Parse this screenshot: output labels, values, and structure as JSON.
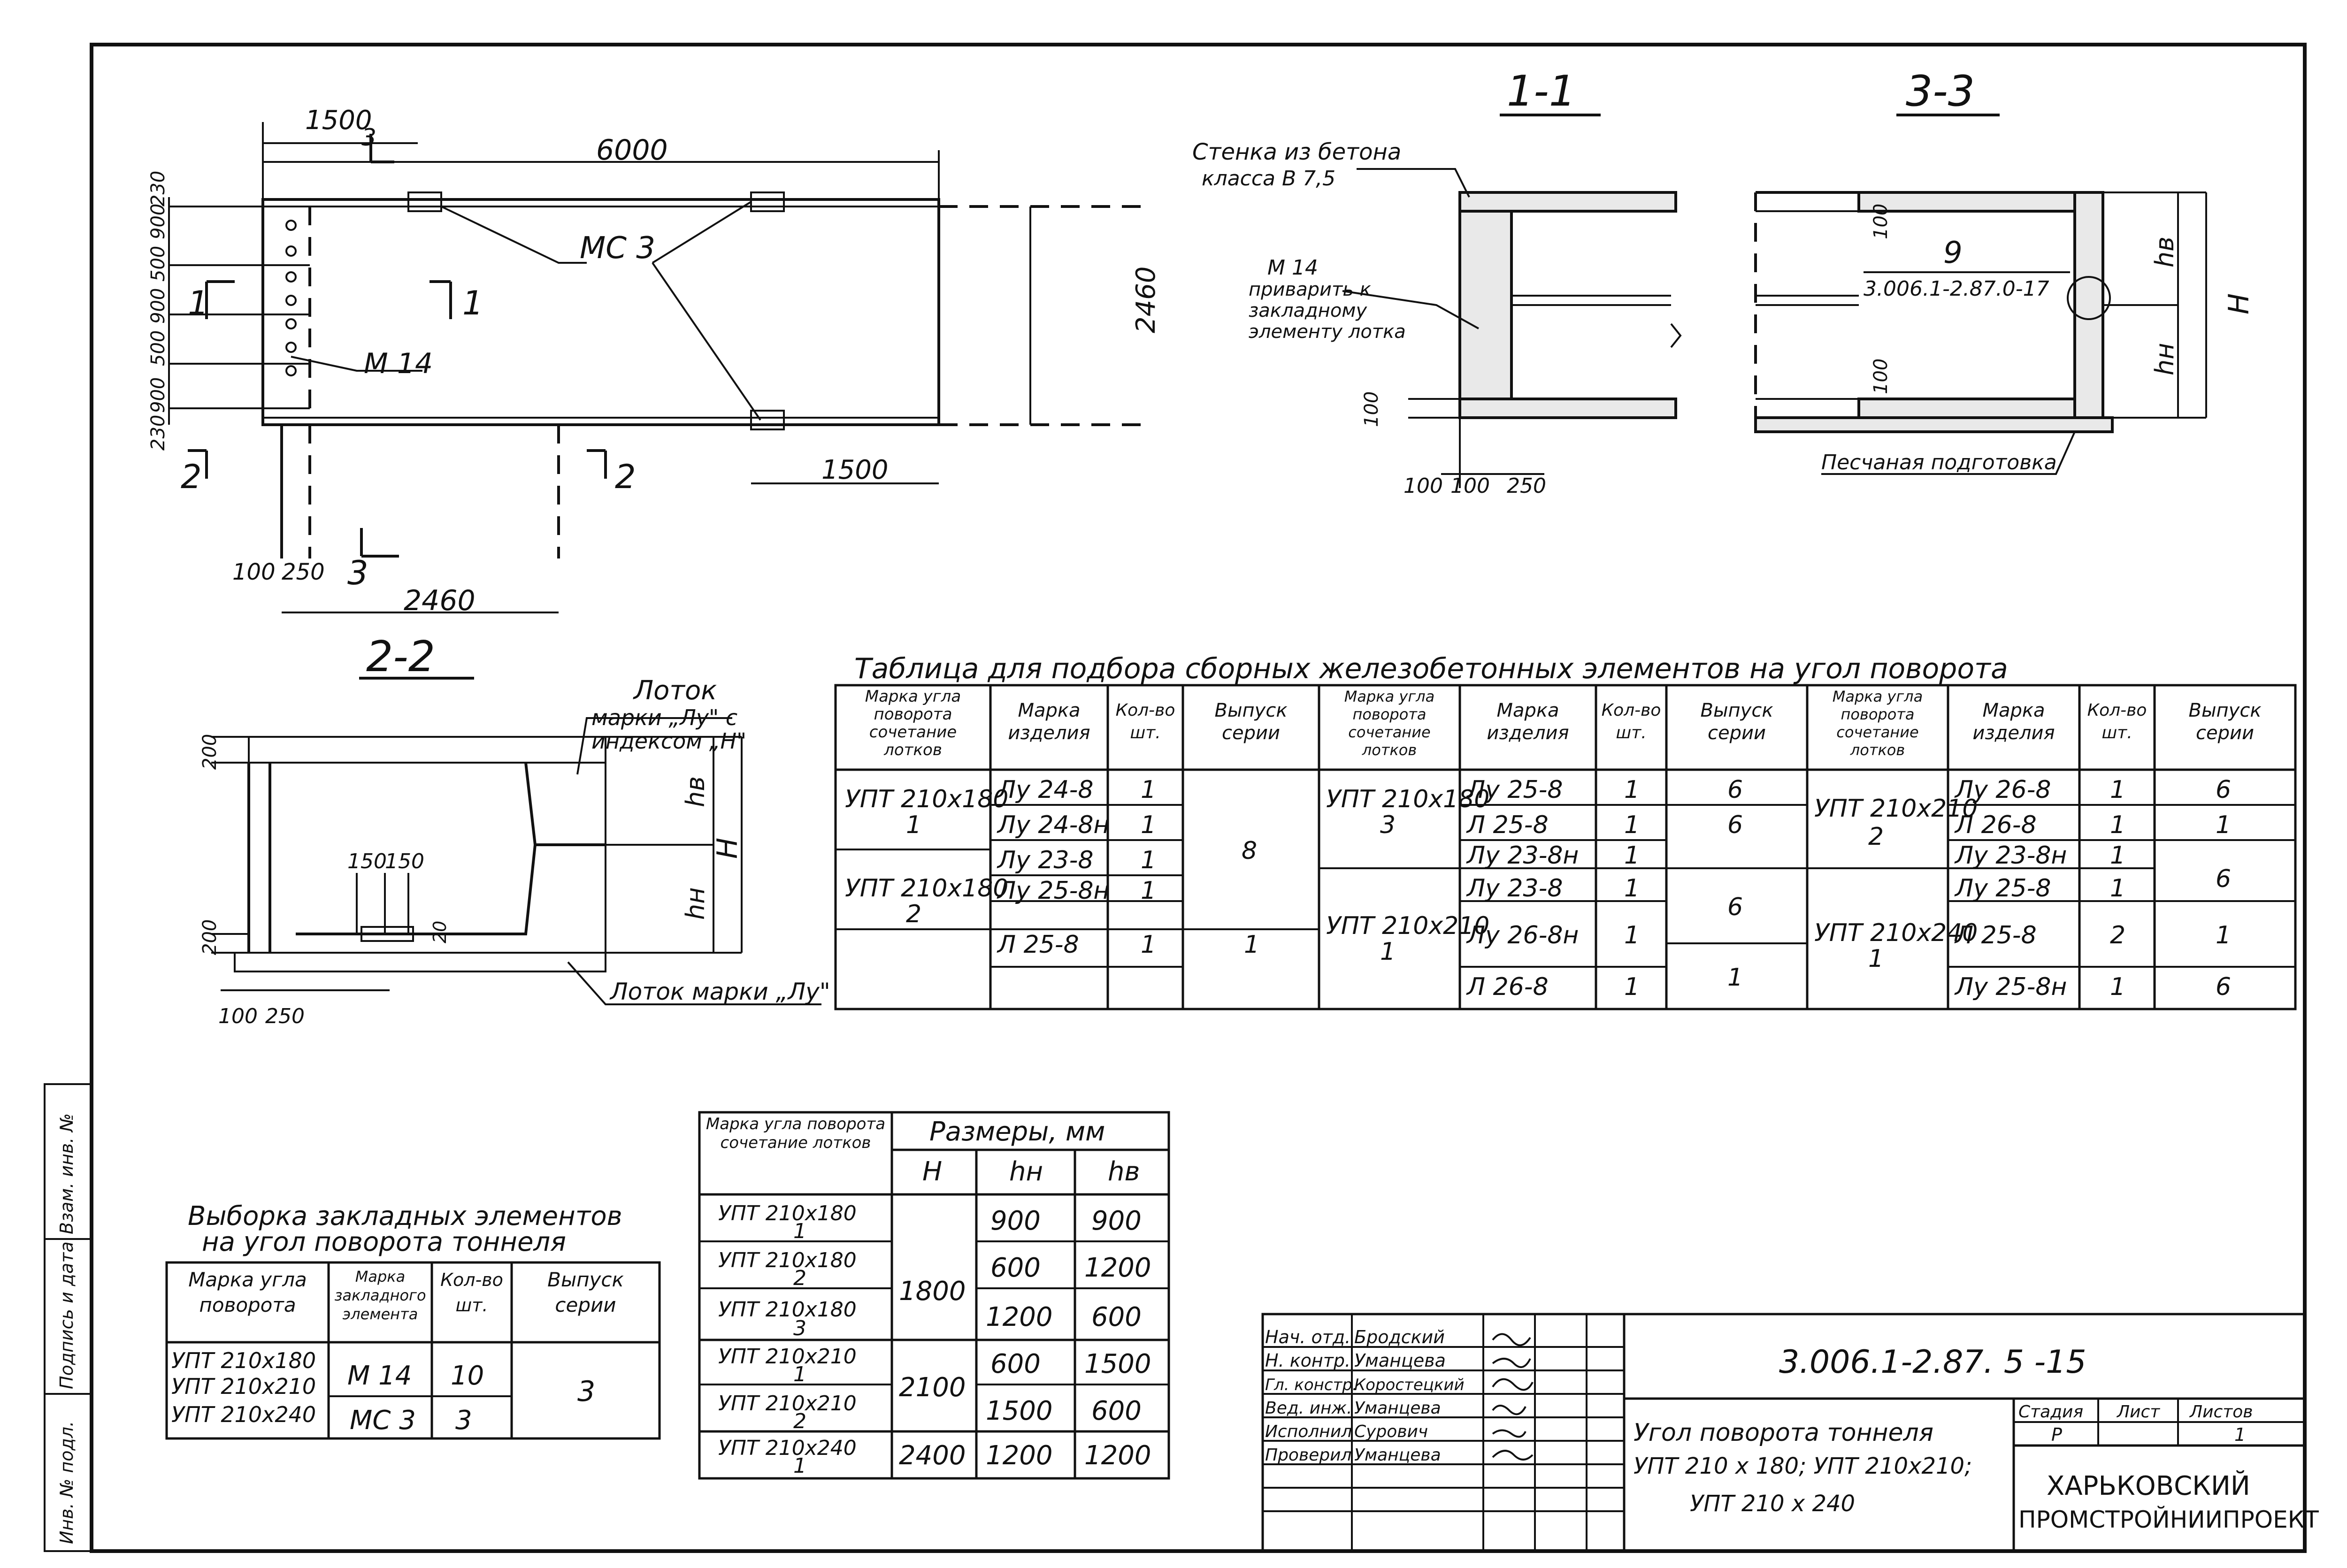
{
  "drawing": {
    "plan": {
      "dims": {
        "top_left": "1500",
        "top_total": "6000",
        "right_height": "2460",
        "bottom_right": "1500",
        "bottom_width": "2460",
        "bottom_a": "100",
        "bottom_b": "250"
      },
      "left_vertical_dims": [
        "230",
        "900",
        "500",
        "900",
        "500",
        "900",
        "230"
      ],
      "section_marks": {
        "s1": "1",
        "s2": "2",
        "s3": "3"
      },
      "labels": {
        "mc3": "МС 3",
        "m14": "М 14"
      }
    },
    "section_1_1": {
      "title": "1-1",
      "concrete_wall_line1": "Стенка из бетона",
      "concrete_wall_line2": "класса В 7,5",
      "m14_note": [
        "М 14",
        "приварить к",
        "закладному",
        "элементу лотка"
      ],
      "dims": {
        "left_100": "100",
        "bottom_a": "100",
        "bottom_b": "100",
        "bottom_c": "250"
      }
    },
    "section_3_3": {
      "title": "3-3",
      "callout_num": "9",
      "callout_ref": "3.006.1-2.87.0-17",
      "dim_100a": "100",
      "dim_100b": "100",
      "hb": "hв",
      "hn": "hн",
      "H": "H",
      "sand": "Песчаная подготовка"
    },
    "section_2_2": {
      "title": "2-2",
      "tray_label": "Лоток",
      "tray_mark_line1": "марки „Лу\" с",
      "tray_mark_line2": "индексом „Н\"",
      "tray_bottom": "Лоток марки „Лу\"",
      "dims": {
        "top": "200",
        "bottom": "200",
        "a": "150",
        "b": "150",
        "c": "20",
        "hb": "hв",
        "hn": "hн",
        "H": "H",
        "w1": "100",
        "w2": "250"
      }
    }
  },
  "main_table": {
    "title": "Таблица для подбора сборных железобетонных элементов на угол поворота",
    "headers": [
      "Марка угла поворота сочетание лотков",
      "Марка изделия",
      "Кол-во шт.",
      "Выпуск серии"
    ],
    "group1": {
      "rows": [
        {
          "corner": "УПТ 210х180",
          "sub": "1",
          "mark": "Лу 24-8",
          "qty": "1"
        },
        {
          "corner": "",
          "sub": "",
          "mark": "Лу 24-8н",
          "qty": "1"
        },
        {
          "corner": "УПТ 210х180",
          "sub": "2",
          "mark": "Лу 23-8",
          "qty": "1"
        },
        {
          "corner": "",
          "sub": "",
          "mark": "Лу 25-8н",
          "qty": "1"
        },
        {
          "corner": "",
          "sub": "",
          "mark": "Л 25-8",
          "qty": "1"
        }
      ],
      "issue_a": "8",
      "issue_b": "1"
    },
    "group2": {
      "rows": [
        {
          "corner": "УПТ 210х180",
          "sub": "3",
          "mark": "Лу 25-8",
          "qty": "1",
          "issue": "6"
        },
        {
          "corner": "",
          "sub": "",
          "mark": "Л 25-8",
          "qty": "1",
          "issue": "6"
        },
        {
          "corner": "",
          "sub": "",
          "mark": "Лу 23-8н",
          "qty": "1",
          "issue": ""
        },
        {
          "corner": "УПТ 210х210",
          "sub": "1",
          "mark": "Лу 23-8",
          "qty": "1",
          "issue": "6"
        },
        {
          "corner": "",
          "sub": "",
          "mark": "Лу 26-8н",
          "qty": "1",
          "issue": ""
        },
        {
          "corner": "",
          "sub": "",
          "mark": "Л 26-8",
          "qty": "1",
          "issue": "1"
        }
      ]
    },
    "group3": {
      "rows": [
        {
          "corner": "УПТ 210х210",
          "sub": "2",
          "mark": "Лу 26-8",
          "qty": "1",
          "issue": "6"
        },
        {
          "corner": "",
          "sub": "",
          "mark": "Л 26-8",
          "qty": "1",
          "issue": "1"
        },
        {
          "corner": "",
          "sub": "",
          "mark": "Лу 23-8н",
          "qty": "1",
          "issue": "6"
        },
        {
          "corner": "УПТ 210х240",
          "sub": "1",
          "mark": "Лу 25-8",
          "qty": "1",
          "issue": ""
        },
        {
          "corner": "",
          "sub": "",
          "mark": "Л 25-8",
          "qty": "2",
          "issue": "1"
        },
        {
          "corner": "",
          "sub": "",
          "mark": "Лу 25-8н",
          "qty": "1",
          "issue": "6"
        }
      ]
    }
  },
  "embed_table": {
    "title1": "Выборка закладных элементов",
    "title2": "на угол поворота тоннеля",
    "headers": [
      "Марка угла поворота",
      "Марка закладного элемента",
      "Кол-во шт.",
      "Выпуск серии"
    ],
    "corners": [
      "УПТ 210х180",
      "УПТ 210х210",
      "УПТ 210х240"
    ],
    "rows": [
      {
        "mark": "М 14",
        "qty": "10"
      },
      {
        "mark": "МС 3",
        "qty": "3"
      }
    ],
    "issue": "3"
  },
  "dims_table": {
    "header_mark": "Марка угла поворота сочетание лотков",
    "header_sizes": "Размеры, мм",
    "cols": [
      "H",
      "hн",
      "hв"
    ],
    "rows": [
      {
        "mark": "УПТ 210х180",
        "sub": "1",
        "H": "",
        "hn": "900",
        "hb": "900"
      },
      {
        "mark": "УПТ 210х180",
        "sub": "2",
        "H": "1800",
        "hn": "600",
        "hb": "1200"
      },
      {
        "mark": "УПТ 210х180",
        "sub": "3",
        "H": "",
        "hn": "1200",
        "hb": "600"
      },
      {
        "mark": "УПТ 210х210",
        "sub": "1",
        "H": "",
        "hn": "600",
        "hb": "1500"
      },
      {
        "mark": "УПТ 210х210",
        "sub": "2",
        "H": "2100",
        "hn": "1500",
        "hb": "600"
      },
      {
        "mark": "УПТ 210х240",
        "sub": "1",
        "H": "2400",
        "hn": "1200",
        "hb": "1200"
      }
    ]
  },
  "side_stamp": [
    "Инв. № подл.",
    "Подпись и дата",
    "Взам. инв. №"
  ],
  "title_block": {
    "staff": [
      {
        "role": "Нач. отд.",
        "name": "Бродский"
      },
      {
        "role": "Н. контр.",
        "name": "Уманцева"
      },
      {
        "role": "Гл. констр.",
        "name": "Коростецкий"
      },
      {
        "role": "Вед. инж.",
        "name": "Уманцева"
      },
      {
        "role": "Исполнил",
        "name": "Сурович"
      },
      {
        "role": "Проверил",
        "name": "Уманцева"
      }
    ],
    "doc_code": "3.006.1-2.87. 5 -15",
    "name_line1": "Угол поворота тоннеля",
    "name_line2": "УПТ 210 х 180; УПТ 210х210;",
    "name_line3": "УПТ 210 х 240",
    "stage_label": "Стадия",
    "sheet_label": "Лист",
    "sheets_label": "Листов",
    "stage": "Р",
    "sheets": "1",
    "org_line1": "ХАРЬКОВСКИЙ",
    "org_line2": "ПРОМСТРОЙНИИПРОЕКТ"
  }
}
